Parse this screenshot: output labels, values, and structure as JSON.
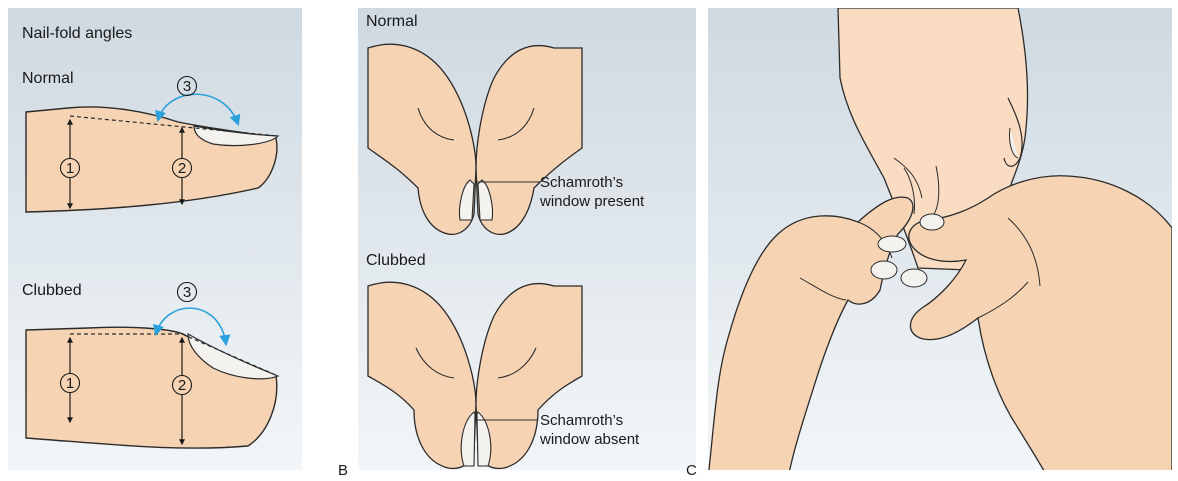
{
  "panel_a": {
    "title": "Nail-fold angles",
    "normal_label": "Normal",
    "clubbed_label": "Clubbed",
    "markers": {
      "depth_at_base": "1",
      "depth_at_nail": "2",
      "angle": "3"
    }
  },
  "panel_b": {
    "letter": "B",
    "normal_label": "Normal",
    "clubbed_label": "Clubbed",
    "callout_present_line1": "Schamroth’s",
    "callout_present_line2": "window present",
    "callout_absent_line1": "Schamroth’s",
    "callout_absent_line2": "window absent"
  },
  "panel_c": {
    "letter": "C"
  },
  "colors": {
    "skin": "#f6d3b3",
    "skin_shadow": "#e0b694",
    "outline": "#2b2b2b",
    "nail": "#f4f2ee",
    "arrow_blue": "#2aa0dc"
  }
}
